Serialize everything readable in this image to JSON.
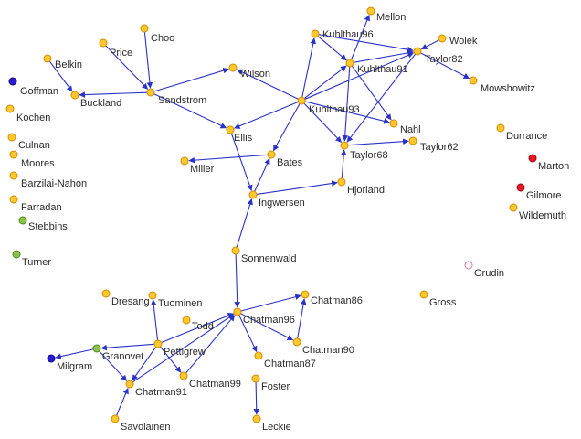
{
  "nodes": [
    {
      "id": "Mellon",
      "label": "Mellon",
      "style": "default"
    },
    {
      "id": "Kuhlthau96",
      "label": "Kuhlthau96",
      "style": "default"
    },
    {
      "id": "Wolek",
      "label": "Wolek",
      "style": "default"
    },
    {
      "id": "Taylor82",
      "label": "Taylor82",
      "style": "default"
    },
    {
      "id": "Kuhlthau91",
      "label": "Kuhlthau91",
      "style": "default"
    },
    {
      "id": "Mowshowitz",
      "label": "Mowshowitz",
      "style": "default"
    },
    {
      "id": "Choo",
      "label": "Choo",
      "style": "default"
    },
    {
      "id": "Price",
      "label": "Price",
      "style": "default"
    },
    {
      "id": "Belkin",
      "label": "Belkin",
      "style": "default"
    },
    {
      "id": "Wilson",
      "label": "Wilson",
      "style": "default"
    },
    {
      "id": "Goffman",
      "label": "Goffman",
      "style": "blue"
    },
    {
      "id": "Buckland",
      "label": "Buckland",
      "style": "default"
    },
    {
      "id": "Sandstrom",
      "label": "Sandstrom",
      "style": "default"
    },
    {
      "id": "Kuhlthau93",
      "label": "Kuhlthau93",
      "style": "default"
    },
    {
      "id": "Kochen",
      "label": "Kochen",
      "style": "default"
    },
    {
      "id": "Nahl",
      "label": "Nahl",
      "style": "default"
    },
    {
      "id": "Durrance",
      "label": "Durrance",
      "style": "default"
    },
    {
      "id": "Ellis",
      "label": "Ellis",
      "style": "default"
    },
    {
      "id": "Culnan",
      "label": "Culnan",
      "style": "default"
    },
    {
      "id": "Taylor62",
      "label": "Taylor62",
      "style": "default"
    },
    {
      "id": "Taylor68",
      "label": "Taylor68",
      "style": "default"
    },
    {
      "id": "Moores",
      "label": "Moores",
      "style": "default"
    },
    {
      "id": "Bates",
      "label": "Bates",
      "style": "default"
    },
    {
      "id": "Marton",
      "label": "Marton",
      "style": "red"
    },
    {
      "id": "Miller",
      "label": "Miller",
      "style": "default"
    },
    {
      "id": "Barzilai-Nahon",
      "label": "Barzilai-Nahon",
      "style": "default"
    },
    {
      "id": "Hjorland",
      "label": "Hjorland",
      "style": "default"
    },
    {
      "id": "Gilmore",
      "label": "Gilmore",
      "style": "red"
    },
    {
      "id": "Farradan",
      "label": "Farradan",
      "style": "default"
    },
    {
      "id": "Ingwersen",
      "label": "Ingwersen",
      "style": "default"
    },
    {
      "id": "Wildemuth",
      "label": "Wildemuth",
      "style": "default"
    },
    {
      "id": "Stebbins",
      "label": "Stebbins",
      "style": "green"
    },
    {
      "id": "Sonnenwald",
      "label": "Sonnenwald",
      "style": "default"
    },
    {
      "id": "Turner",
      "label": "Turner",
      "style": "green"
    },
    {
      "id": "Grudin",
      "label": "Grudin",
      "style": "pink"
    },
    {
      "id": "Gross",
      "label": "Gross",
      "style": "default"
    },
    {
      "id": "Dresang",
      "label": "Dresang",
      "style": "default"
    },
    {
      "id": "Tuominen",
      "label": "Tuominen",
      "style": "default"
    },
    {
      "id": "Chatman86",
      "label": "Chatman86",
      "style": "default"
    },
    {
      "id": "Todd",
      "label": "Todd",
      "style": "default"
    },
    {
      "id": "Chatman96",
      "label": "Chatman96",
      "style": "default"
    },
    {
      "id": "Pettigrew",
      "label": "Pettigrew",
      "style": "default"
    },
    {
      "id": "Granovet",
      "label": "Granovet",
      "style": "green"
    },
    {
      "id": "Chatman90",
      "label": "Chatman90",
      "style": "default"
    },
    {
      "id": "Milgram",
      "label": "Milgram",
      "style": "blue"
    },
    {
      "id": "Chatman87",
      "label": "Chatman87",
      "style": "default"
    },
    {
      "id": "Chatman99",
      "label": "Chatman99",
      "style": "default"
    },
    {
      "id": "Foster",
      "label": "Foster",
      "style": "default"
    },
    {
      "id": "Chatman91",
      "label": "Chatman91",
      "style": "default"
    },
    {
      "id": "Savolainen",
      "label": "Savolainen",
      "style": "default"
    },
    {
      "id": "Leckie",
      "label": "Leckie",
      "style": "default"
    }
  ],
  "edges": [
    [
      "Price",
      "Sandstrom"
    ],
    [
      "Choo",
      "Sandstrom"
    ],
    [
      "Belkin",
      "Buckland"
    ],
    [
      "Sandstrom",
      "Buckland"
    ],
    [
      "Sandstrom",
      "Wilson"
    ],
    [
      "Sandstrom",
      "Ellis"
    ],
    [
      "Kuhlthau93",
      "Kuhlthau96"
    ],
    [
      "Kuhlthau96",
      "Kuhlthau91"
    ],
    [
      "Kuhlthau96",
      "Taylor82"
    ],
    [
      "Kuhlthau91",
      "Mellon"
    ],
    [
      "Kuhlthau91",
      "Taylor82"
    ],
    [
      "Wolek",
      "Taylor82"
    ],
    [
      "Taylor82",
      "Mowshowitz"
    ],
    [
      "Kuhlthau93",
      "Kuhlthau91"
    ],
    [
      "Kuhlthau93",
      "Taylor82"
    ],
    [
      "Kuhlthau93",
      "Wilson"
    ],
    [
      "Kuhlthau93",
      "Ellis"
    ],
    [
      "Kuhlthau93",
      "Bates"
    ],
    [
      "Kuhlthau93",
      "Taylor68"
    ],
    [
      "Kuhlthau91",
      "Taylor68"
    ],
    [
      "Taylor82",
      "Taylor68"
    ],
    [
      "Kuhlthau91",
      "Nahl"
    ],
    [
      "Kuhlthau93",
      "Nahl"
    ],
    [
      "Taylor68",
      "Taylor62"
    ],
    [
      "Bates",
      "Miller"
    ],
    [
      "Ingwersen",
      "Bates"
    ],
    [
      "Ellis",
      "Ingwersen"
    ],
    [
      "Hjorland",
      "Taylor68"
    ],
    [
      "Ingwersen",
      "Hjorland"
    ],
    [
      "Sonnenwald",
      "Ingwersen"
    ],
    [
      "Sonnenwald",
      "Chatman96"
    ],
    [
      "Chatman96",
      "Chatman86"
    ],
    [
      "Chatman96",
      "Chatman90"
    ],
    [
      "Chatman90",
      "Chatman86"
    ],
    [
      "Chatman96",
      "Chatman87"
    ],
    [
      "Pettigrew",
      "Chatman96"
    ],
    [
      "Chatman99",
      "Chatman96"
    ],
    [
      "Chatman91",
      "Chatman96"
    ],
    [
      "Pettigrew",
      "Tuominen"
    ],
    [
      "Pettigrew",
      "Granovet"
    ],
    [
      "Granovet",
      "Milgram"
    ],
    [
      "Pettigrew",
      "Chatman99"
    ],
    [
      "Pettigrew",
      "Chatman91"
    ],
    [
      "Granovet",
      "Chatman91"
    ],
    [
      "Savolainen",
      "Chatman91"
    ],
    [
      "Foster",
      "Leckie"
    ]
  ],
  "colors": {
    "edge": "#2b32c8",
    "node_default": "#ffc82e",
    "node_default_stroke": "#d48a00",
    "node_red": "#e8182b",
    "node_blue": "#2a1ad8",
    "node_green": "#8bc34a",
    "node_pink": "#ffffff",
    "node_pink_stroke": "#e070a8",
    "label": "#2a2a2a"
  }
}
